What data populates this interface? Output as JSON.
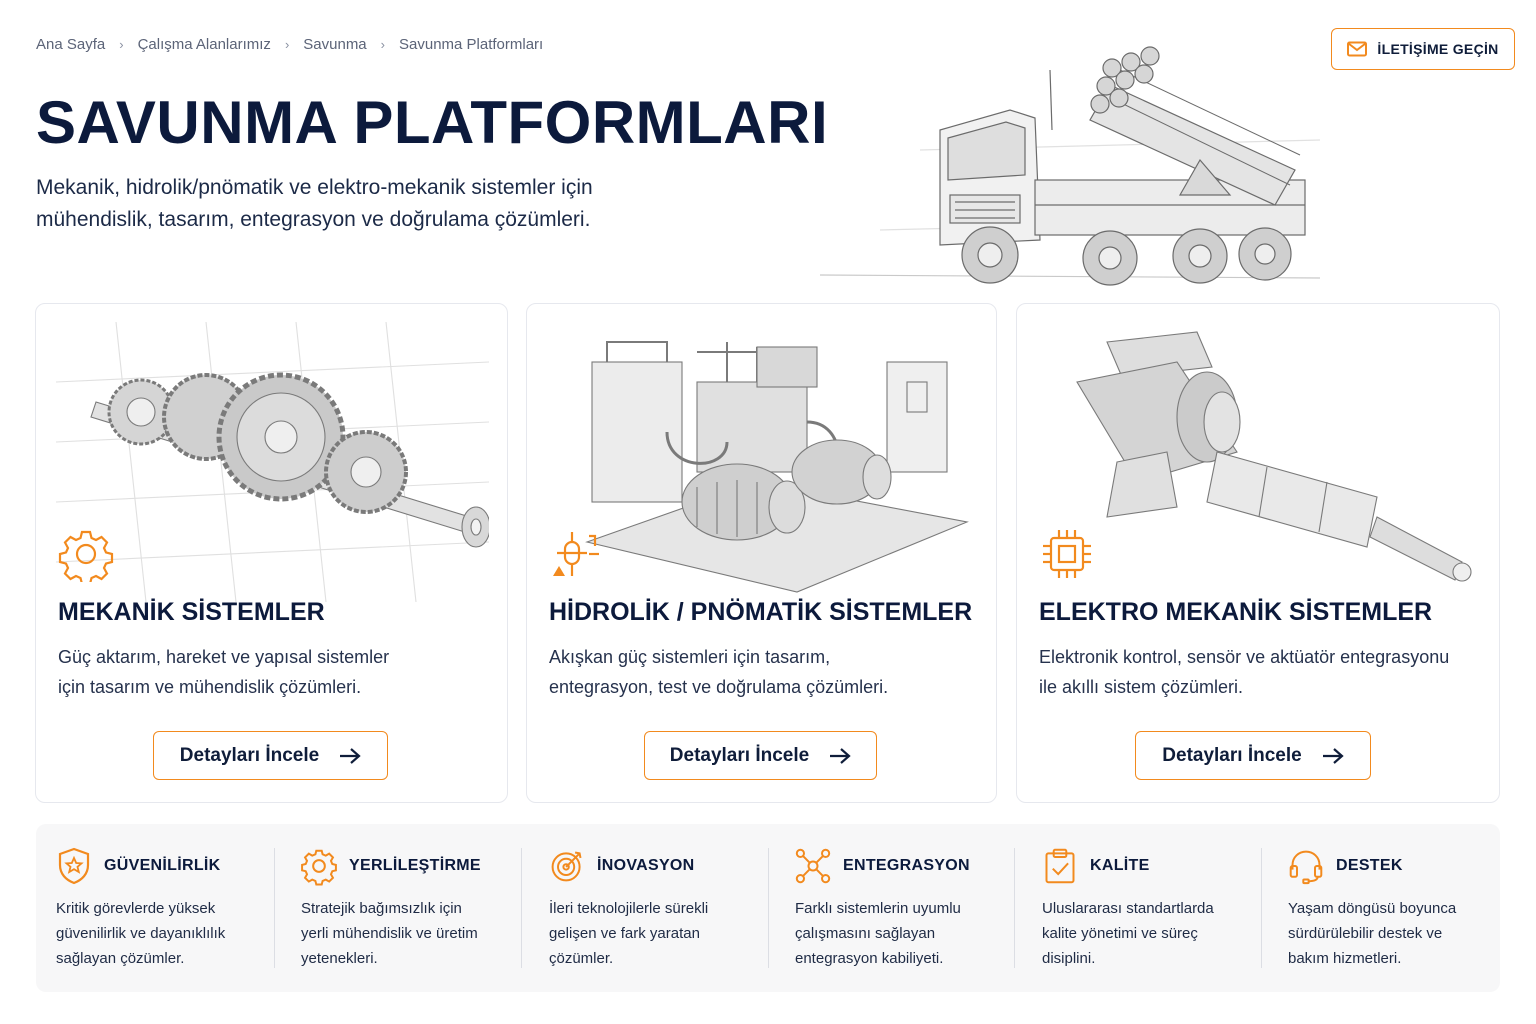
{
  "breadcrumb": [
    "Ana Sayfa",
    "Çalışma Alanlarımız",
    "Savunma",
    "Savunma Platformları"
  ],
  "contact_button": "İLETİŞİME GEÇİN",
  "page": {
    "title": "SAVUNMA PLATFORMLARI",
    "subtitle_line1": "Mekanik, hidrolik/pnömatik ve elektro-mekanik sistemler için",
    "subtitle_line2": "mühendislik, tasarım, entegrasyon ve doğrulama çözümleri."
  },
  "cards": [
    {
      "title": "MEKANİK SİSTEMLER",
      "desc_line1": "Güç aktarım, hareket ve yapısal sistemler",
      "desc_line2": "için tasarım ve mühendislik çözümleri.",
      "button": "Detayları İncele",
      "icon": "gear-icon"
    },
    {
      "title": "HİDROLİK / PNÖMATİK SİSTEMLER",
      "desc_line1": "Akışkan güç sistemleri için tasarım,",
      "desc_line2": "entegrasyon, test ve doğrulama çözümleri.",
      "button": "Detayları İncele",
      "icon": "valve-icon"
    },
    {
      "title": "ELEKTRO MEKANİK SİSTEMLER",
      "desc_line1": "Elektronik kontrol, sensör ve aktüatör entegrasyonu",
      "desc_line2": "ile akıllı sistem çözümleri.",
      "button": "Detayları İncele",
      "icon": "chip-icon"
    }
  ],
  "features": [
    {
      "title": "GÜVENİLİRLİK",
      "lines": [
        "Kritik görevlerde yüksek",
        "güvenilirlik ve dayanıklılık",
        "sağlayan çözümler."
      ],
      "icon": "shield-star-icon"
    },
    {
      "title": "YERLİLEŞTİRME",
      "lines": [
        "Stratejik bağımsızlık için",
        "yerli mühendislik ve üretim",
        "yetenekleri."
      ],
      "icon": "gear-icon"
    },
    {
      "title": "İNOVASYON",
      "lines": [
        "İleri teknolojilerle sürekli",
        "gelişen ve fark yaratan",
        "çözümler."
      ],
      "icon": "target-icon"
    },
    {
      "title": "ENTEGRASYON",
      "lines": [
        "Farklı sistemlerin uyumlu",
        "çalışmasını sağlayan",
        "entegrasyon kabiliyeti."
      ],
      "icon": "network-icon"
    },
    {
      "title": "KALİTE",
      "lines": [
        "Uluslararası standartlarda",
        "kalite yönetimi ve süreç",
        "disiplini."
      ],
      "icon": "clipboard-check-icon"
    },
    {
      "title": "DESTEK",
      "lines": [
        "Yaşam döngüsü boyunca",
        "sürdürülebilir destek ve",
        "bakım hizmetleri."
      ],
      "icon": "headset-icon"
    }
  ],
  "colors": {
    "accent": "#f28a1e",
    "navy": "#0c1a3c",
    "panel": "#f7f7f8"
  }
}
